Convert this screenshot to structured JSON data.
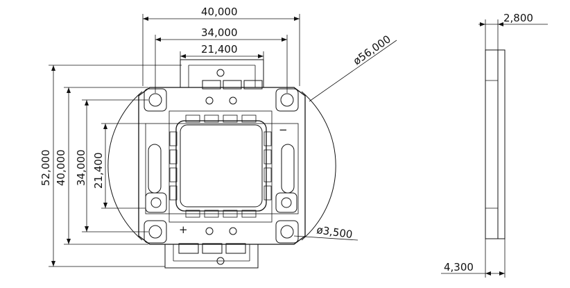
{
  "drawing": {
    "colors": {
      "line": "#111111",
      "background": "#ffffff"
    },
    "dimensions": {
      "width_outer": "40,000",
      "width_holes": "34,000",
      "width_inner": "21,400",
      "diameter": "ø56,000",
      "height_outer": "52,000",
      "height_body": "40,000",
      "height_holes": "34,000",
      "height_inner": "21,400",
      "hole_diameter": "ø3,500",
      "side_thickness_top": "2,800",
      "side_thickness_bottom": "4,300"
    },
    "polarity": {
      "plus": "+",
      "minus": "−"
    }
  }
}
